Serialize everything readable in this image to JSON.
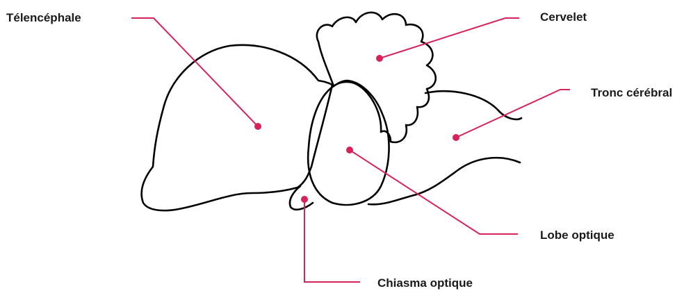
{
  "labels": {
    "telencephale": "Télencéphale",
    "cervelet": "Cervelet",
    "tronc": "Tronc cérébral",
    "lobe": "Lobe optique",
    "chiasma": "Chiasma optique"
  },
  "colors": {
    "outline": "#000000",
    "leader": "#d6245a",
    "text": "#1a1a1a"
  }
}
